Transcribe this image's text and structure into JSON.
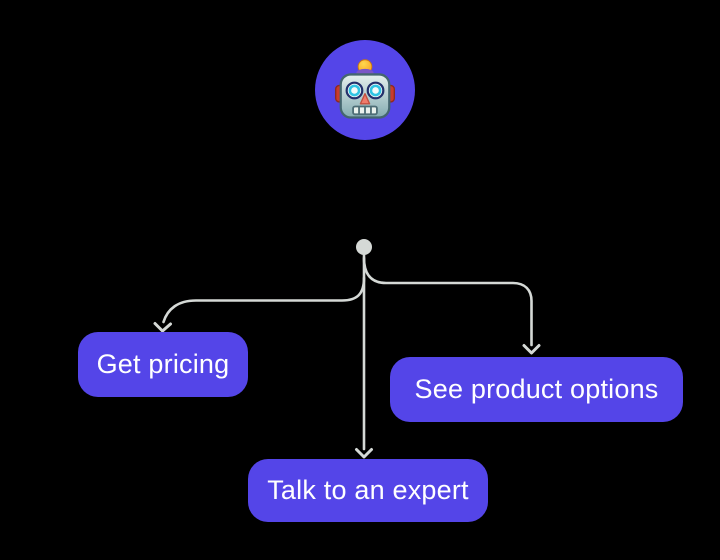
{
  "chat": {
    "bot_avatar": {
      "icon": "robot-icon",
      "background_color": "#5445E8"
    },
    "quick_replies": [
      {
        "label": "Get pricing"
      },
      {
        "label": "See product options"
      },
      {
        "label": "Talk to an expert"
      }
    ]
  },
  "colors": {
    "background": "#000000",
    "accent": "#5445E8",
    "connector": "#D5D9D6",
    "button_text": "#FFFFFF"
  }
}
